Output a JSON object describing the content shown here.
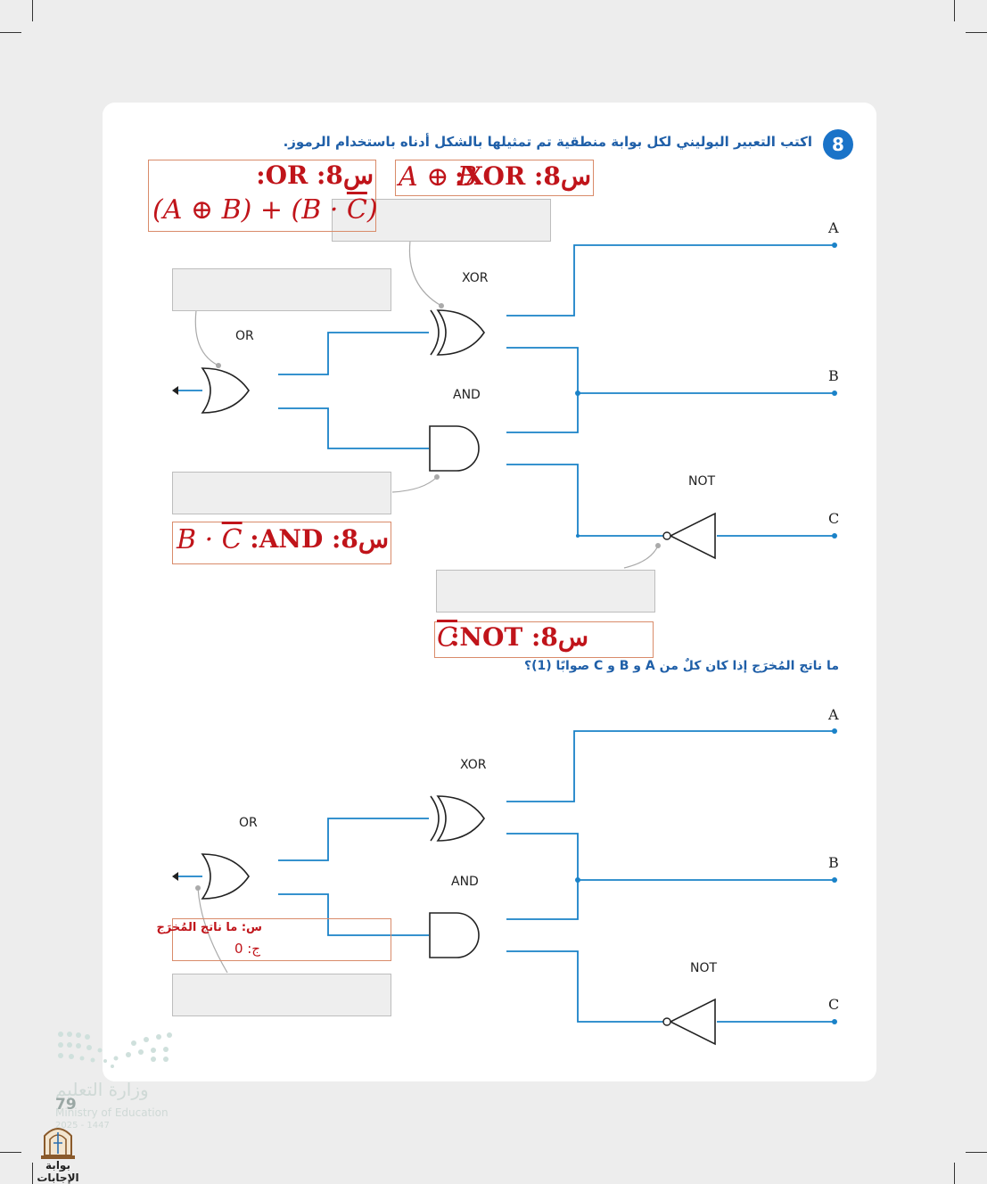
{
  "question": {
    "number": "8",
    "text": "اكتب التعبير البوليني لكل بوابة منطقية تم تمثيلها بالشكل أدناه باستخدام الرموز.",
    "sub_text": "ما ناتج المُخرَج إذا كان كلٌ من A و B و C صوابًا (1)؟"
  },
  "answers": {
    "or_label": "س8: OR:",
    "or_expr_1": "(A ⊕ B) + (B · ",
    "or_expr_c": "C",
    "or_expr_2": ")",
    "xor_label": "س8: XOR:",
    "xor_expr": "A ⊕ B",
    "and_label": "س8: AND:",
    "and_expr_1": "B · ",
    "and_expr_c": "C",
    "not_label": "س8: NOT:",
    "not_expr": "C",
    "output_q": "س: ما ناتج المُخرَج",
    "output_a": "ج: 0"
  },
  "diagram1": {
    "gates": {
      "xor": "XOR",
      "or": "OR",
      "and": "AND",
      "not": "NOT"
    },
    "inputs": {
      "a": "A",
      "b": "B",
      "c": "C"
    }
  },
  "diagram2": {
    "gates": {
      "xor": "XOR",
      "or": "OR",
      "and": "AND",
      "not": "NOT"
    },
    "inputs": {
      "a": "A",
      "b": "B",
      "c": "C"
    }
  },
  "footer": {
    "page_number": "79",
    "ministry_ar": "وزارة التعليم",
    "ministry_en": "Ministry of Education",
    "year": "2025 - 1447",
    "site": "بوابة الإجابات"
  },
  "colors": {
    "wire": "#1a82c8",
    "answer": "#c0141a",
    "heading": "#1f5fa8"
  }
}
